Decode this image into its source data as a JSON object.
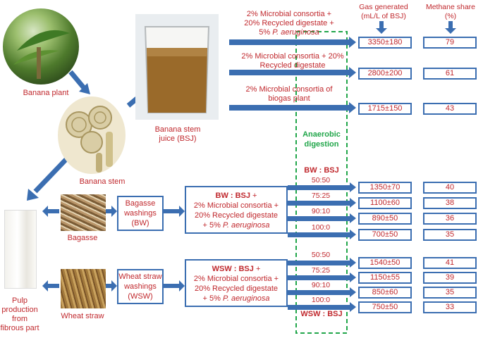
{
  "headers": {
    "gas": "Gas generated (mL/L of BSJ)",
    "methane": "Methane share (%)"
  },
  "labels": {
    "banana_plant": "Banana plant",
    "banana_stem": "Banana stem",
    "bsj": "Banana stem juice (BSJ)",
    "bagasse": "Bagasse",
    "wheat_straw": "Wheat straw",
    "pulp": "Pulp production from fibrous part",
    "anaerobic": "Anaerobic digestion",
    "bw_bsj_top": "BW : BSJ",
    "wsw_bsj_bottom": "WSW : BSJ"
  },
  "boxes": {
    "bw": "Bagasse washings (BW)",
    "wsw": "Wheat straw washings (WSW)",
    "bw_mix_head": "BW : BSJ",
    "bw_mix_line2": "2% Microbial consortia +",
    "bw_mix_line3": "20% Recycled digestate",
    "bw_mix_line4a": "+ 5%",
    "bw_mix_line4b": "P. aeruginosa",
    "wsw_mix_head": "WSW : BSJ",
    "wsw_mix_line2": "2% Microbial consortia +",
    "wsw_mix_line3": "20% Recycled digestate",
    "wsw_mix_line4a": "+ 5%",
    "wsw_mix_line4b": "P. aeruginosa"
  },
  "bsj_treatments": [
    {
      "line1": "2% Microbial consortia +",
      "line2": "20% Recycled digestate +",
      "line3a": "5%",
      "line3b": "P. aeruginosa",
      "gas": "3350±180",
      "methane": "79"
    },
    {
      "line1": "2% Microbial consortia + 20%",
      "line2": "Recycled digestate",
      "line3a": "",
      "line3b": "",
      "gas": "2800±200",
      "methane": "61"
    },
    {
      "line1": "2% Microbial consortia of",
      "line2": "biogas plant",
      "line3a": "",
      "line3b": "",
      "gas": "1715±150",
      "methane": "43"
    }
  ],
  "bw_rows": [
    {
      "ratio": "50:50",
      "gas": "1350±70",
      "methane": "40"
    },
    {
      "ratio": "75:25",
      "gas": "1100±60",
      "methane": "38"
    },
    {
      "ratio": "90:10",
      "gas": "890±50",
      "methane": "36"
    },
    {
      "ratio": "100:0",
      "gas": "700±50",
      "methane": "35"
    }
  ],
  "wsw_rows": [
    {
      "ratio": "50:50",
      "gas": "1540±50",
      "methane": "41"
    },
    {
      "ratio": "75:25",
      "gas": "1150±55",
      "methane": "39"
    },
    {
      "ratio": "90:10",
      "gas": "850±60",
      "methane": "35"
    },
    {
      "ratio": "100:0",
      "gas": "750±50",
      "methane": "33"
    }
  ],
  "colors": {
    "arrow": "#3b6eb1",
    "text": "#c0282d",
    "dashed": "#21a64a"
  }
}
